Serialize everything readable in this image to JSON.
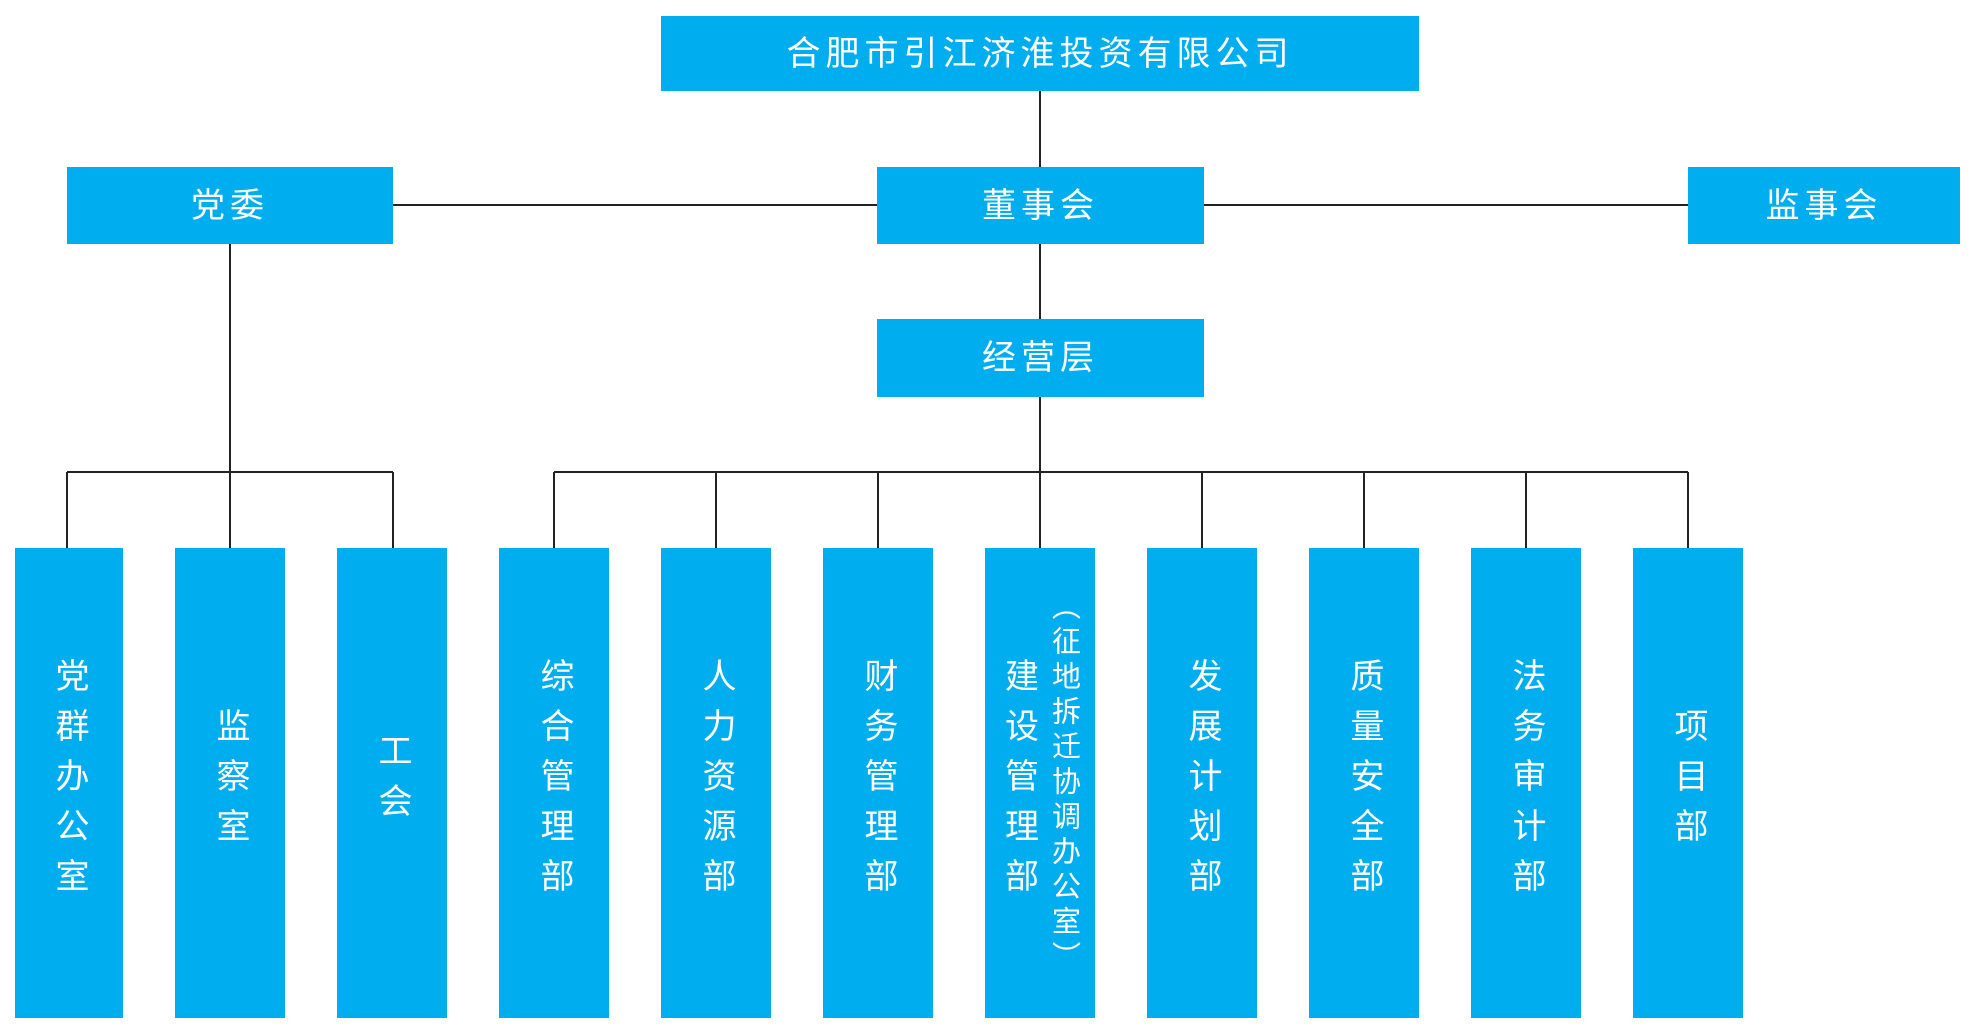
{
  "top": {
    "company": "合肥市引江济淮投资有限公司"
  },
  "second": {
    "party": "党委",
    "board": "董事会",
    "supervisors": "监事会"
  },
  "management": "经营层",
  "party_units": [
    "党群办公室",
    "监察室",
    "工会"
  ],
  "departments": [
    "综合管理部",
    "人力资源部",
    "财务管理部",
    "建设管理部",
    "发展计划部",
    "质量安全部",
    "法务审计部",
    "项目部"
  ],
  "construction_sub": "（征地拆迁协调办公室）",
  "colors": {
    "box": "#00AEEF",
    "text": "#FFFFFF",
    "line": "#222222"
  }
}
